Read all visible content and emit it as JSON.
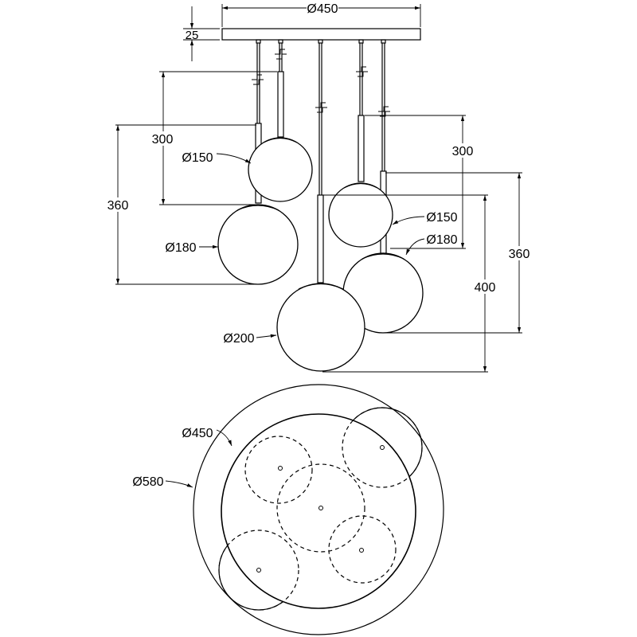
{
  "side_view": {
    "canopy_diameter": "Ø450",
    "canopy_height": "25",
    "drop_left_small": "300",
    "drop_left_large": "360",
    "drop_right_small": "300",
    "drop_right_large": "360",
    "drop_center": "400",
    "globe_left_small": "Ø150",
    "globe_left_large": "Ø180",
    "globe_center": "Ø200",
    "globe_right_small": "Ø150",
    "globe_right_large": "Ø180"
  },
  "plan_view": {
    "inner_diameter": "Ø450",
    "outer_diameter": "Ø580"
  }
}
